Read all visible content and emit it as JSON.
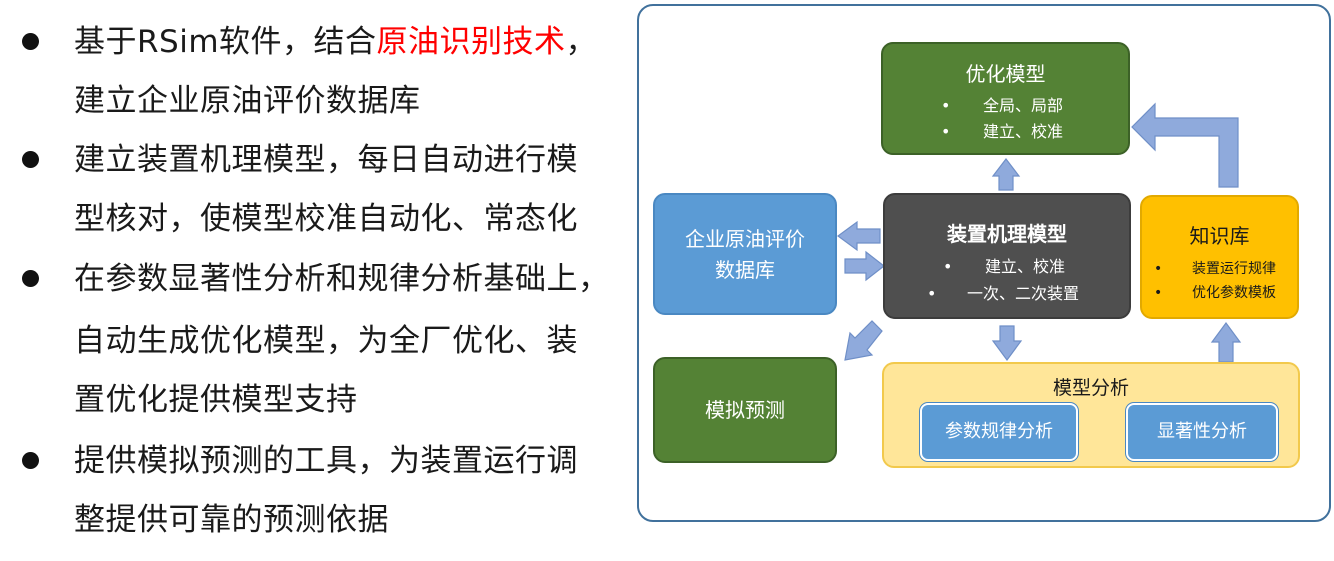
{
  "bullets": [
    {
      "lines": [
        {
          "parts": [
            "基于RSim软件，结合",
            "原油识别技术",
            "，"
          ]
        },
        {
          "parts": [
            "建立企业原油评价数据库"
          ]
        }
      ]
    },
    {
      "lines": [
        {
          "parts": [
            "建立装置机理模型，每日自动进行模"
          ]
        },
        {
          "parts": [
            "型核对，使模型校准自动化、常态化"
          ]
        }
      ]
    },
    {
      "lines": [
        {
          "parts": [
            "在参数显著性分析和规律分析基础上，"
          ]
        },
        {
          "parts": [
            "自动生成优化模型，为全厂优化、装"
          ]
        },
        {
          "parts": [
            "置优化提供模型支持"
          ]
        }
      ]
    },
    {
      "lines": [
        {
          "parts": [
            "提供模拟预测的工具，为装置运行调"
          ]
        },
        {
          "parts": [
            "整提供可靠的预测依据"
          ]
        }
      ]
    }
  ],
  "diagram": {
    "optimize_model": {
      "title": "优化模型",
      "items": [
        "全局、局部",
        "建立、校准"
      ]
    },
    "mechanism_model": {
      "title": "装置机理模型",
      "items": [
        "建立、校准",
        "一次、二次装置"
      ]
    },
    "crude_db": {
      "title_line1": "企业原油评价",
      "title_line2": "数据库"
    },
    "knowledge": {
      "title": "知识库",
      "items": [
        "装置运行规律",
        "优化参数模板"
      ]
    },
    "simulate": {
      "title": "模拟预测"
    },
    "analysis": {
      "title": "模型分析",
      "sub1": "参数规律分析",
      "sub2": "显著性分析"
    },
    "bullet_char": "•"
  },
  "colors": {
    "highlight": "#ff0000",
    "green": "#548235",
    "blue": "#5b9bd5",
    "gray": "#4f4f4f",
    "gold": "#ffc000",
    "pale_yellow": "#ffe699",
    "arrow": "#8faadc",
    "frame": "#41719c"
  }
}
